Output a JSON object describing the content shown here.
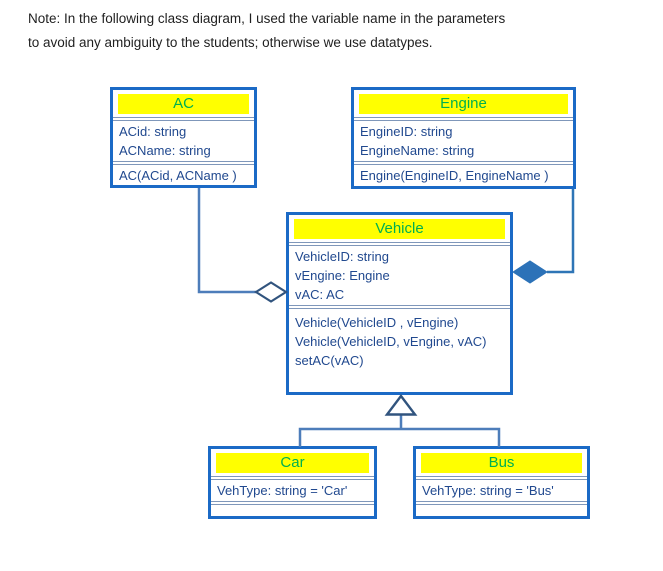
{
  "note": {
    "line1": "Note: In the following class diagram, I used the variable name in the parameters",
    "line2": "to avoid any ambiguity to the students; otherwise we use datatypes."
  },
  "classes": [
    {
      "name": "AC",
      "attributes": [
        "ACid: string",
        "ACName: string"
      ],
      "methods": [
        "AC(ACid, ACName )"
      ]
    },
    {
      "name": "Engine",
      "attributes": [
        "EngineID: string",
        "EngineName: string"
      ],
      "methods": [
        "Engine(EngineID, EngineName )"
      ]
    },
    {
      "name": "Vehicle",
      "attributes": [
        "VehicleID: string",
        "vEngine: Engine",
        "vAC: AC"
      ],
      "methods": [
        "Vehicle(VehicleID , vEngine)",
        "Vehicle(VehicleID, vEngine, vAC)",
        "setAC(vAC)"
      ]
    },
    {
      "name": "Car",
      "attributes": [
        "VehType: string = 'Car'"
      ],
      "methods": []
    },
    {
      "name": "Bus",
      "attributes": [
        "VehType: string = 'Bus'"
      ],
      "methods": []
    }
  ],
  "relationships": [
    {
      "type": "aggregation",
      "owner": "Vehicle",
      "part": "AC"
    },
    {
      "type": "composition",
      "owner": "Vehicle",
      "part": "Engine"
    },
    {
      "type": "generalization",
      "child": "Car",
      "parent": "Vehicle"
    },
    {
      "type": "generalization",
      "child": "Bus",
      "parent": "Vehicle"
    }
  ],
  "colors": {
    "box_border": "#1b6ac6",
    "compartment_separator": "#7f97ba",
    "title_text": "#00b050",
    "title_highlight": "#ffff00",
    "body_text": "#21498f",
    "note_text": "#1f1f1f",
    "connector_line": "#4d7dba",
    "composition_line": "#2e75b6",
    "shape_outline": "#31547e",
    "composition_fill": "#2c72b8"
  }
}
